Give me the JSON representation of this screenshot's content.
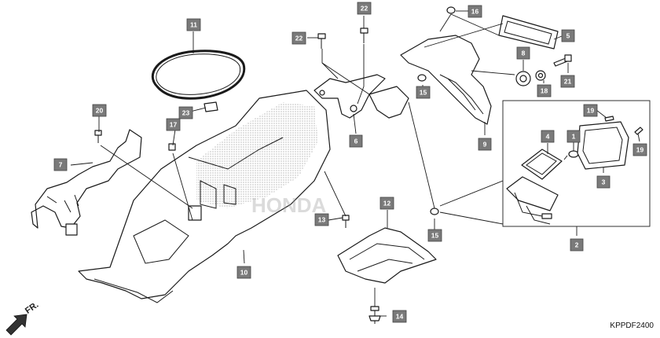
{
  "diagram": {
    "drawing_code": "KPPDF2400",
    "front_label": "FR.",
    "brand_watermark": "HONDA",
    "callouts": [
      {
        "id": "c1",
        "label": "1"
      },
      {
        "id": "c2",
        "label": "2"
      },
      {
        "id": "c3",
        "label": "3"
      },
      {
        "id": "c4",
        "label": "4"
      },
      {
        "id": "c5",
        "label": "5"
      },
      {
        "id": "c6",
        "label": "6"
      },
      {
        "id": "c7",
        "label": "7"
      },
      {
        "id": "c8",
        "label": "8"
      },
      {
        "id": "c9",
        "label": "9"
      },
      {
        "id": "c10",
        "label": "10"
      },
      {
        "id": "c11",
        "label": "11"
      },
      {
        "id": "c12",
        "label": "12"
      },
      {
        "id": "c13",
        "label": "13"
      },
      {
        "id": "c14",
        "label": "14"
      },
      {
        "id": "c15a",
        "label": "15"
      },
      {
        "id": "c15b",
        "label": "15"
      },
      {
        "id": "c16",
        "label": "16"
      },
      {
        "id": "c17",
        "label": "17"
      },
      {
        "id": "c18",
        "label": "18"
      },
      {
        "id": "c19a",
        "label": "19"
      },
      {
        "id": "c19b",
        "label": "19"
      },
      {
        "id": "c20",
        "label": "20"
      },
      {
        "id": "c21",
        "label": "21"
      },
      {
        "id": "c22a",
        "label": "22"
      },
      {
        "id": "c22b",
        "label": "22"
      },
      {
        "id": "c23",
        "label": "23"
      }
    ]
  }
}
